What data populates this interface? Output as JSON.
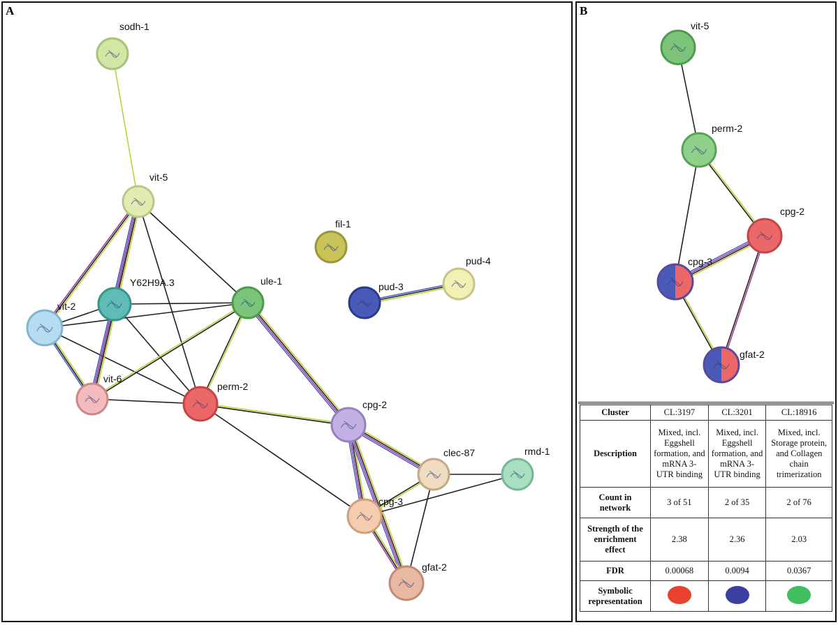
{
  "panels": {
    "a": {
      "letter": "A"
    },
    "b": {
      "letter": "B"
    }
  },
  "network_a": {
    "nodes": [
      {
        "id": "sodh-1",
        "label": "sodh-1",
        "fill": "#d4e6a5",
        "stroke": "#a9c27a"
      },
      {
        "id": "vit-5",
        "label": "vit-5",
        "fill": "#e2ecb0",
        "stroke": "#b7c98a"
      },
      {
        "id": "fil-1",
        "label": "fil-1",
        "fill": "#c9c45a",
        "stroke": "#9b9638"
      },
      {
        "id": "pud-3",
        "label": "pud-3",
        "fill": "#4a5ab8",
        "stroke": "#2c3a8c"
      },
      {
        "id": "pud-4",
        "label": "pud-4",
        "fill": "#f3f0b3",
        "stroke": "#c8c48a"
      },
      {
        "id": "Y62H9A.3",
        "label": "Y62H9A.3",
        "fill": "#5fbdb5",
        "stroke": "#3b948c"
      },
      {
        "id": "ule-1",
        "label": "ule-1",
        "fill": "#7cc47a",
        "stroke": "#4e9b4c"
      },
      {
        "id": "vit-2",
        "label": "vit-2",
        "fill": "#b5dcef",
        "stroke": "#83b4cf"
      },
      {
        "id": "vit-6",
        "label": "vit-6",
        "fill": "#f2bcbc",
        "stroke": "#c98989"
      },
      {
        "id": "perm-2",
        "label": "perm-2",
        "fill": "#ec6767",
        "stroke": "#c34545"
      },
      {
        "id": "cpg-2",
        "label": "cpg-2",
        "fill": "#c3b1e3",
        "stroke": "#9481bd"
      },
      {
        "id": "clec-87",
        "label": "clec-87",
        "fill": "#f0dcc2",
        "stroke": "#c4a884"
      },
      {
        "id": "rmd-1",
        "label": "rmd-1",
        "fill": "#a8dfc3",
        "stroke": "#78b796"
      },
      {
        "id": "cpg-3",
        "label": "cpg-3",
        "fill": "#f6ccae",
        "stroke": "#cf9e7b"
      },
      {
        "id": "gfat-2",
        "label": "gfat-2",
        "fill": "#e8b8a3",
        "stroke": "#bf8b74"
      }
    ],
    "edges": [
      {
        "from": "sodh-1",
        "to": "vit-5",
        "colors": [
          "#b8d23a"
        ]
      },
      {
        "from": "vit-5",
        "to": "vit-2",
        "colors": [
          "#b8d23a",
          "#222222",
          "#a03ca0"
        ]
      },
      {
        "from": "vit-5",
        "to": "Y62H9A.3",
        "colors": [
          "#b8d23a",
          "#222222",
          "#a03ca0",
          "#4b61c8"
        ]
      },
      {
        "from": "vit-5",
        "to": "vit-6",
        "colors": [
          "#b8d23a",
          "#222222",
          "#a03ca0",
          "#4b61c8"
        ]
      },
      {
        "from": "vit-5",
        "to": "ule-1",
        "colors": [
          "#222222"
        ]
      },
      {
        "from": "vit-5",
        "to": "perm-2",
        "colors": [
          "#222222"
        ]
      },
      {
        "from": "vit-2",
        "to": "Y62H9A.3",
        "colors": [
          "#222222"
        ]
      },
      {
        "from": "vit-2",
        "to": "ule-1",
        "colors": [
          "#222222"
        ]
      },
      {
        "from": "vit-2",
        "to": "vit-6",
        "colors": [
          "#b8d23a",
          "#222222",
          "#4b61c8"
        ]
      },
      {
        "from": "vit-2",
        "to": "perm-2",
        "colors": [
          "#222222"
        ]
      },
      {
        "from": "Y62H9A.3",
        "to": "ule-1",
        "colors": [
          "#222222"
        ]
      },
      {
        "from": "Y62H9A.3",
        "to": "vit-6",
        "colors": [
          "#b8d23a",
          "#222222",
          "#a03ca0",
          "#4b61c8"
        ]
      },
      {
        "from": "Y62H9A.3",
        "to": "perm-2",
        "colors": [
          "#222222"
        ]
      },
      {
        "from": "vit-6",
        "to": "ule-1",
        "colors": [
          "#b8d23a",
          "#222222"
        ]
      },
      {
        "from": "vit-6",
        "to": "perm-2",
        "colors": [
          "#222222"
        ]
      },
      {
        "from": "ule-1",
        "to": "perm-2",
        "colors": [
          "#b8d23a",
          "#222222"
        ]
      },
      {
        "from": "ule-1",
        "to": "cpg-2",
        "colors": [
          "#b8d23a",
          "#222222",
          "#a03ca0",
          "#4b61c8"
        ]
      },
      {
        "from": "perm-2",
        "to": "cpg-2",
        "colors": [
          "#b8d23a",
          "#222222"
        ]
      },
      {
        "from": "perm-2",
        "to": "cpg-3",
        "colors": [
          "#222222"
        ]
      },
      {
        "from": "pud-3",
        "to": "pud-4",
        "colors": [
          "#4b61c8",
          "#222222",
          "#b8d23a"
        ]
      },
      {
        "from": "cpg-2",
        "to": "clec-87",
        "colors": [
          "#b8d23a",
          "#222222",
          "#a03ca0",
          "#4b61c8"
        ]
      },
      {
        "from": "cpg-2",
        "to": "cpg-3",
        "colors": [
          "#b8d23a",
          "#222222",
          "#a03ca0",
          "#4b61c8"
        ]
      },
      {
        "from": "cpg-2",
        "to": "gfat-2",
        "colors": [
          "#b8d23a",
          "#222222",
          "#a03ca0",
          "#4b61c8"
        ]
      },
      {
        "from": "clec-87",
        "to": "cpg-3",
        "colors": [
          "#b8d23a",
          "#222222"
        ]
      },
      {
        "from": "clec-87",
        "to": "rmd-1",
        "colors": [
          "#222222"
        ]
      },
      {
        "from": "clec-87",
        "to": "gfat-2",
        "colors": [
          "#222222"
        ]
      },
      {
        "from": "cpg-3",
        "to": "rmd-1",
        "colors": [
          "#222222"
        ]
      },
      {
        "from": "cpg-3",
        "to": "gfat-2",
        "colors": [
          "#b8d23a",
          "#222222",
          "#a03ca0"
        ]
      }
    ]
  },
  "network_b": {
    "nodes": [
      {
        "id": "vit-5",
        "label": "vit-5",
        "fill": "#7cc47a",
        "stroke": "#4e9b4c"
      },
      {
        "id": "perm-2",
        "label": "perm-2",
        "fill": "#8fd08b",
        "stroke": "#5aa356"
      },
      {
        "id": "cpg-2",
        "label": "cpg-2",
        "fill": "#ec6767",
        "stroke": "#c34545"
      },
      {
        "id": "cpg-3",
        "label": "cpg-3",
        "fill": "#ec6767",
        "fill2": "#4a5ab8",
        "stroke": "#5a4a9a"
      },
      {
        "id": "gfat-2",
        "label": "gfat-2",
        "fill": "#ec6767",
        "fill2": "#4a5ab8",
        "stroke": "#5a4a9a"
      }
    ],
    "edges": [
      {
        "from": "vit-5",
        "to": "perm-2",
        "colors": [
          "#222222"
        ]
      },
      {
        "from": "perm-2",
        "to": "cpg-2",
        "colors": [
          "#b8d23a",
          "#222222"
        ]
      },
      {
        "from": "perm-2",
        "to": "cpg-3",
        "colors": [
          "#222222"
        ]
      },
      {
        "from": "cpg-2",
        "to": "cpg-3",
        "colors": [
          "#b8d23a",
          "#222222",
          "#a03ca0",
          "#4b61c8"
        ]
      },
      {
        "from": "cpg-2",
        "to": "gfat-2",
        "colors": [
          "#a03ca0",
          "#222222"
        ]
      },
      {
        "from": "cpg-3",
        "to": "gfat-2",
        "colors": [
          "#b8d23a",
          "#222222"
        ]
      }
    ]
  },
  "cluster_table": {
    "row_headers": {
      "cluster": "Cluster",
      "description": "Description",
      "count": "Count in network",
      "strength": "Strength of the enrichment effect",
      "fdr": "FDR",
      "symbol": "Symbolic representation"
    },
    "clusters": [
      {
        "id": "CL:3197",
        "description": "Mixed, incl. Eggshell formation, and mRNA 3-UTR binding",
        "count": "3 of 51",
        "strength": "2.38",
        "fdr": "0.00068",
        "color": "#e8412e"
      },
      {
        "id": "CL:3201",
        "description": "Mixed, incl. Eggshell formation, and mRNA 3-UTR binding",
        "count": "2 of 35",
        "strength": "2.36",
        "fdr": "0.0094",
        "color": "#3a3fa0"
      },
      {
        "id": "CL:18916",
        "description": "Mixed, incl. Storage protein, and Collagen chain trimerization",
        "count": "2 of 76",
        "strength": "2.03",
        "fdr": "0.0367",
        "color": "#3fbf5e"
      }
    ]
  }
}
